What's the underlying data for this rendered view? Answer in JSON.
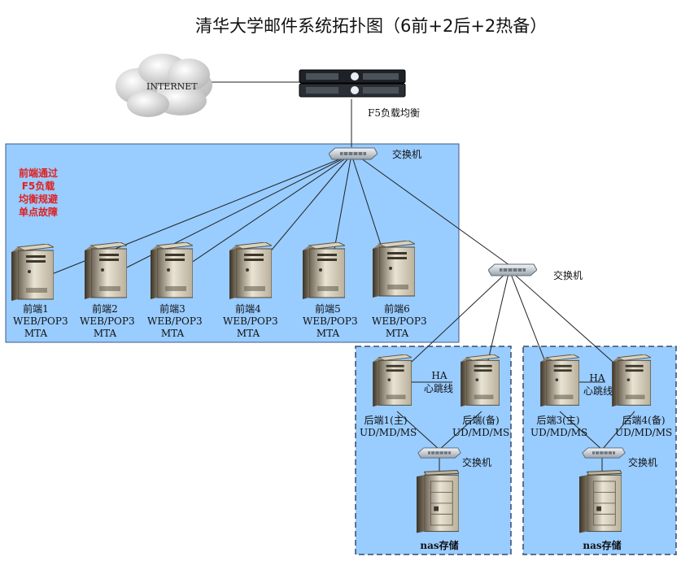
{
  "title": "清华大学邮件系统拓扑图（6前+2后+2热备）",
  "internet_label": "INTERNET",
  "f5_label": "F5负载均衡",
  "switch_label": "交换机",
  "note_lines": [
    "前端通过",
    "F5负载",
    "均衡规避",
    "单点故障"
  ],
  "frontends": [
    {
      "name": "前端1",
      "svc": "WEB/POP3",
      "mta": "MTA"
    },
    {
      "name": "前端2",
      "svc": "WEB/POP3",
      "mta": "MTA"
    },
    {
      "name": "前端3",
      "svc": "WEB/POP3",
      "mta": "MTA"
    },
    {
      "name": "前端4",
      "svc": "WEB/POP3",
      "mta": "MTA"
    },
    {
      "name": "前端5",
      "svc": "WEB/POP3",
      "mta": "MTA"
    },
    {
      "name": "前端6",
      "svc": "WEB/POP3",
      "mta": "MTA"
    }
  ],
  "backend_groups": [
    {
      "primary": {
        "name": "后端1(主)",
        "svc": "UD/MD/MS"
      },
      "standby": {
        "name": "后端(备)",
        "svc": "UD/MD/MS"
      },
      "ha": "HA",
      "heartbeat": "心跳线",
      "switch": "交换机",
      "nas": "nas存储"
    },
    {
      "primary": {
        "name": "后端3(主)",
        "svc": "UD/MD/MS"
      },
      "standby": {
        "name": "后端4(备)",
        "svc": "UD/MD/MS"
      },
      "ha": "HA",
      "heartbeat": "心跳线",
      "switch": "交换机",
      "nas": "nas存储"
    }
  ]
}
